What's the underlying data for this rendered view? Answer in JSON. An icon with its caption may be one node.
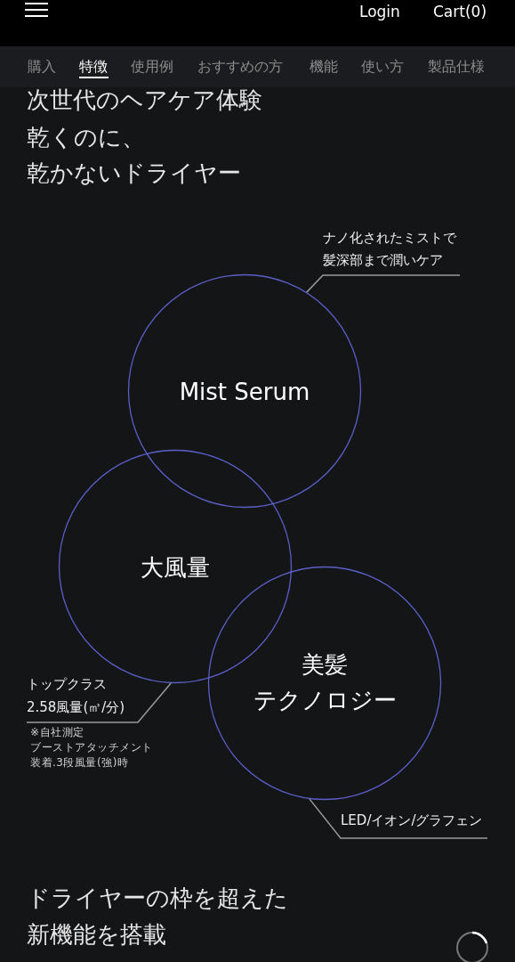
{
  "diagram": {
    "nodes": [
      {
        "text": [
          "ナノ化されたミストで髪深部まで潤いケア"
        ]
      },
      {
        "text": [
          "Mist Serum"
        ]
      },
      {
        "text": [
          "大風量"
        ]
      },
      {
        "text": [
          "トップクラス",
          "2.58風量(㎥/分)"
        ]
      },
      {
        "text": [
          "美髪",
          "テクノロジー"
        ]
      },
      {
        "text": [
          "LED/イオン/グラフェン"
        ]
      }
    ],
    "edges": [
      {
        "from": 0,
        "to": 1,
        "arrow": "none"
      },
      {
        "from": 3,
        "to": 2,
        "arrow": "none"
      },
      {
        "from": 5,
        "to": 4,
        "arrow": "none"
      }
    ],
    "labels": [
      "Login",
      "Cart(0)",
      "購入",
      "特徴",
      "使用例",
      "おすすめの方",
      "機能",
      "使い方",
      "製品仕様",
      "次世代のヘアケア体験",
      "乾くのに、",
      "乾かないドライヤー",
      "※自社測定",
      "ブーストアタッチメント",
      "装着.3段風量(強)時",
      "ドライヤーの枠を超えた",
      "新機能を搭載"
    ]
  }
}
